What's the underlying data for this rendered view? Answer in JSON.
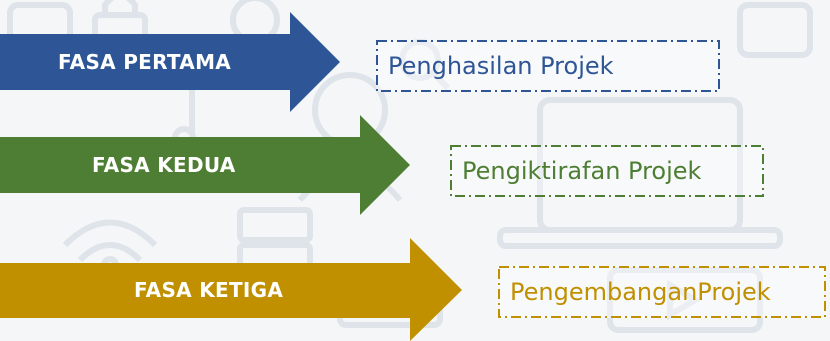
{
  "phases": [
    {
      "label": "FASA PERTAMA",
      "description": "Penghasilan Projek",
      "color": "#2e5596"
    },
    {
      "label": "FASA KEDUA",
      "description": "Pengiktirafan Projek",
      "color": "#4e7e33"
    },
    {
      "label": "FASA KETIGA",
      "description": "PengembanganProjek",
      "color": "#c09000"
    }
  ],
  "background_icons": [
    "laptop-icon",
    "music-note-icon",
    "person-icon",
    "wifi-icon",
    "server-icon",
    "gear-icon",
    "lock-icon",
    "chat-icon",
    "video-play-icon",
    "router-icon",
    "search-icon"
  ]
}
